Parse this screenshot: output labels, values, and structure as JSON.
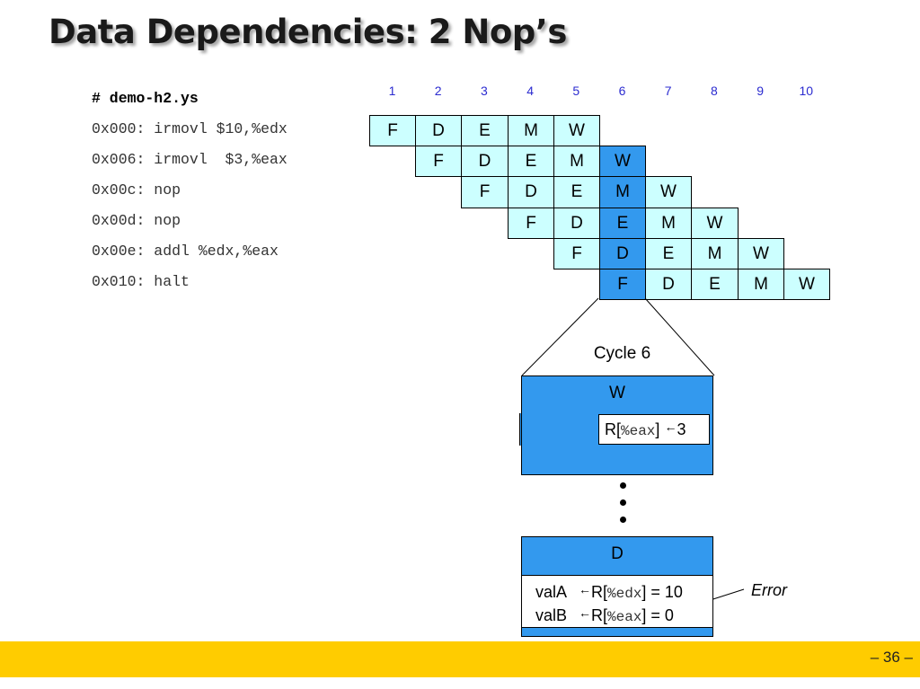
{
  "title": "Data Dependencies: 2 Nop’s",
  "code": [
    "# demo-h2.ys",
    "0x000: irmovl $10,%edx",
    "0x006: irmovl  $3,%eax",
    "0x00c: nop",
    "0x00d: nop",
    "0x00e: addl %edx,%eax",
    "0x010: halt"
  ],
  "cycles": [
    "1",
    "2",
    "3",
    "4",
    "5",
    "6",
    "7",
    "8",
    "9",
    "10"
  ],
  "pipeline": [
    {
      "start": 1,
      "stages": [
        "F",
        "D",
        "E",
        "M",
        "W"
      ]
    },
    {
      "start": 2,
      "stages": [
        "F",
        "D",
        "E",
        "M",
        "W"
      ]
    },
    {
      "start": 3,
      "stages": [
        "F",
        "D",
        "E",
        "M",
        "W"
      ]
    },
    {
      "start": 4,
      "stages": [
        "F",
        "D",
        "E",
        "M",
        "W"
      ]
    },
    {
      "start": 5,
      "stages": [
        "F",
        "D",
        "E",
        "M",
        "W"
      ]
    },
    {
      "start": 6,
      "stages": [
        "F",
        "D",
        "E",
        "M",
        "W"
      ]
    }
  ],
  "highlight_cycle": 6,
  "colors": {
    "cell": "#ccffff",
    "highlight": "#3399ee",
    "cycle_numbers": "#2b2bd0",
    "footer": "#ffcc00"
  },
  "cycle_label": "Cycle 6",
  "w_stage": {
    "title": "W",
    "reg_prefix": "R[",
    "reg_name": "%eax",
    "reg_suffix": "]",
    "arrow": "←",
    "value": "3"
  },
  "d_stage": {
    "title": "D",
    "lines": [
      {
        "name": "valA",
        "arrow": "←",
        "prefix": "R[",
        "reg": "%edx",
        "suffix": "] = 10"
      },
      {
        "name": "valB",
        "arrow": "←",
        "prefix": "R[",
        "reg": "%eax",
        "suffix": "] = 0"
      }
    ]
  },
  "error_label": "Error",
  "page_number": "– 36 –"
}
